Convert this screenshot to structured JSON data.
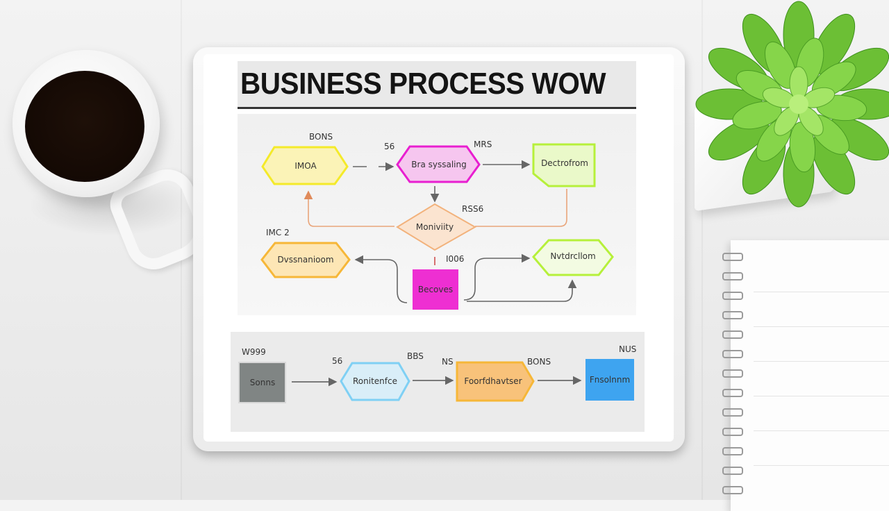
{
  "screen": {
    "title": "BUSINESS PROCESS WOW"
  },
  "diagram": {
    "top_nodes": [
      {
        "label": "IMOA",
        "tag": "BONS"
      },
      {
        "label": "Bra syssaling",
        "tag": "56"
      },
      {
        "label": "Dectrofrom",
        "tag": "MRS"
      },
      {
        "label": "Moniviity",
        "tag": "RSS6"
      },
      {
        "label": "Dvssnanioom",
        "tag": "IMC 2"
      },
      {
        "label": "Becoves",
        "tag": "I006"
      },
      {
        "label": "Nvtdrcllom",
        "tag": ""
      }
    ],
    "bottom_nodes": [
      {
        "label": "Sonns",
        "tag": "W999"
      },
      {
        "label": "Ronitenfce",
        "tag": "56"
      },
      {
        "label": "Foorfdhavtser",
        "tag": "BBS"
      },
      {
        "label": "Fnsolnnm",
        "tag": "BONS"
      }
    ],
    "extra_tags": {
      "bottom_mid": "NS",
      "bottom_right": "NUS"
    }
  },
  "colors": {
    "yellow": "#f6ea3a",
    "magenta": "#e81fd0",
    "lime": "#b6f03a",
    "peach": "#f2b27c",
    "orange": "#f6b738",
    "gray_box": "#808584",
    "sky": "#7fd0f4",
    "blue": "#3ea4f0"
  },
  "objects": [
    "coffee-cup",
    "tablet",
    "succulent-plant",
    "spiral-notebook"
  ]
}
